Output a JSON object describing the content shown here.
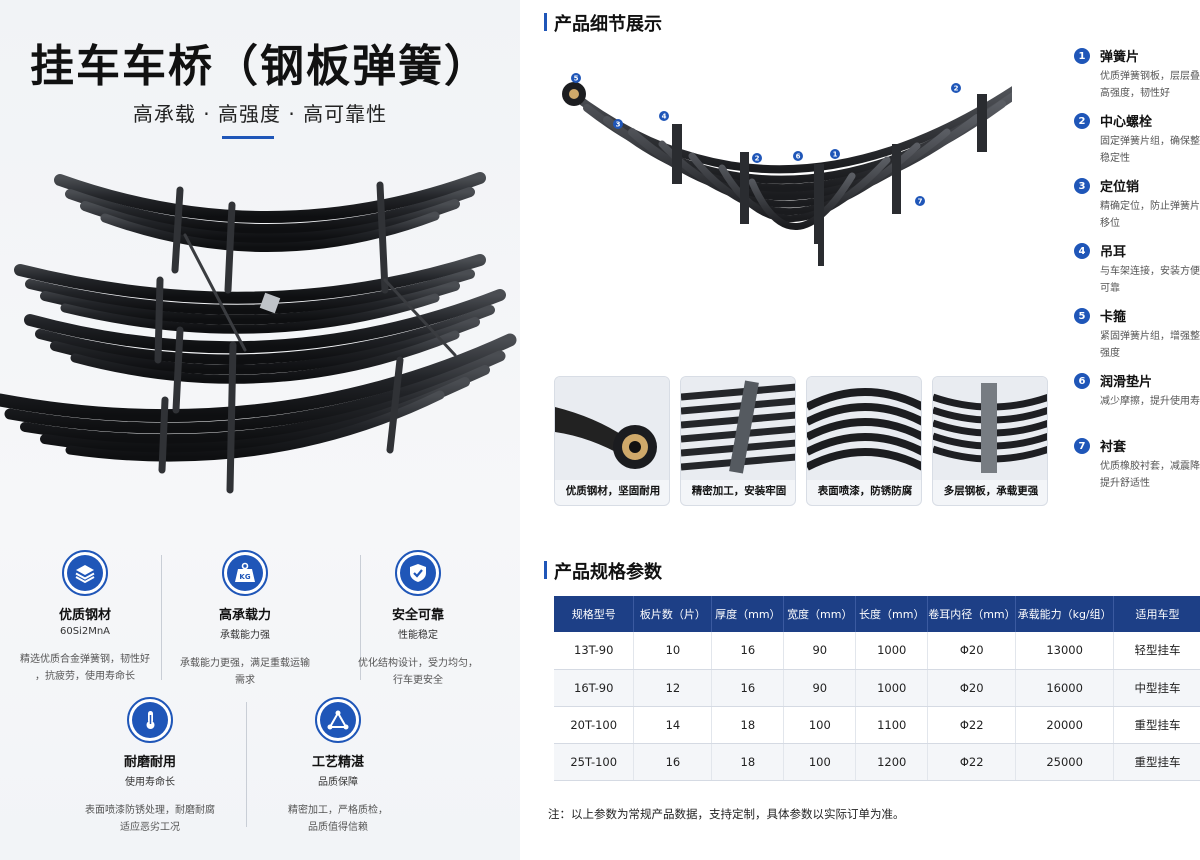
{
  "left": {
    "title": "挂车车桥（钢板弹簧）",
    "subtitle": "高承载 · 高强度 · 高可靠性",
    "features": [
      {
        "icon": "layers-icon",
        "name": "优质钢材",
        "sub": "60Si2MnA",
        "desc_line1": "精选优质合金弹簧钢，韧性好",
        "desc_line2": "，抗疲劳，使用寿命长"
      },
      {
        "icon": "weight-kg-icon",
        "icon_text": "KG",
        "name": "高承载力",
        "sub": "承载能力强",
        "desc_line1": "承载能力更强，满足重载运输",
        "desc_line2": "需求"
      },
      {
        "icon": "shield-check-icon",
        "name": "安全可靠",
        "sub": "性能稳定",
        "desc_line1": "优化结构设计，受力均匀，",
        "desc_line2": "行车更安全"
      },
      {
        "icon": "thermometer-icon",
        "name": "耐磨耐用",
        "sub": "使用寿命长",
        "desc_line1": "表面喷漆防锈处理，耐磨耐腐",
        "desc_line2": "适应恶劣工况"
      },
      {
        "icon": "triangle-nodes-icon",
        "name": "工艺精湛",
        "sub": "品质保障",
        "desc_line1": "精密加工，严格质检，",
        "desc_line2": "品质值得信赖"
      }
    ]
  },
  "right": {
    "detail_title": "产品细节展示",
    "parts": [
      {
        "num": "1",
        "name": "弹簧片",
        "line1": "优质弹簧钢板，层层叠加",
        "line2": "高强度，韧性好"
      },
      {
        "num": "2",
        "name": "中心螺栓",
        "line1": "固定弹簧片组，确保整体",
        "line2": "稳定性"
      },
      {
        "num": "3",
        "name": "定位销",
        "line1": "精确定位，防止弹簧片",
        "line2": "移位"
      },
      {
        "num": "4",
        "name": "吊耳",
        "line1": "与车架连接，安装方便",
        "line2": "可靠"
      },
      {
        "num": "5",
        "name": "卡箍",
        "line1": "紧固弹簧片组，增强整体",
        "line2": "强度"
      },
      {
        "num": "6",
        "name": "润滑垫片",
        "line1": "减少摩擦，提升使用寿命",
        "line2": ""
      },
      {
        "num": "7",
        "name": "衬套",
        "line1": "优质橡胶衬套，减震降噪",
        "line2": "提升舒适性"
      }
    ],
    "diagram_markers": [
      "5",
      "3",
      "4",
      "2",
      "6",
      "1",
      "2",
      "7"
    ],
    "thumbs": [
      {
        "caption": "优质钢材，坚固耐用"
      },
      {
        "caption": "精密加工，安装牢固"
      },
      {
        "caption": "表面喷漆，防锈防腐"
      },
      {
        "caption": "多层钢板，承载更强"
      }
    ],
    "spec_title": "产品规格参数",
    "spec_headers": [
      "规格型号",
      "板片数（片）",
      "厚度（mm）",
      "宽度（mm）",
      "长度（mm）",
      "卷耳内径（mm）",
      "承载能力（kg/组）",
      "适用车型"
    ],
    "spec_rows": [
      [
        "13T-90",
        "10",
        "16",
        "90",
        "1000",
        "Φ20",
        "13000",
        "轻型挂车"
      ],
      [
        "16T-90",
        "12",
        "16",
        "90",
        "1000",
        "Φ20",
        "16000",
        "中型挂车"
      ],
      [
        "20T-100",
        "14",
        "18",
        "100",
        "1100",
        "Φ22",
        "20000",
        "重型挂车"
      ],
      [
        "25T-100",
        "16",
        "18",
        "100",
        "1200",
        "Φ22",
        "25000",
        "重型挂车"
      ]
    ],
    "note": "注：以上参数为常规产品数据，支持定制，具体参数以实际订单为准。"
  }
}
